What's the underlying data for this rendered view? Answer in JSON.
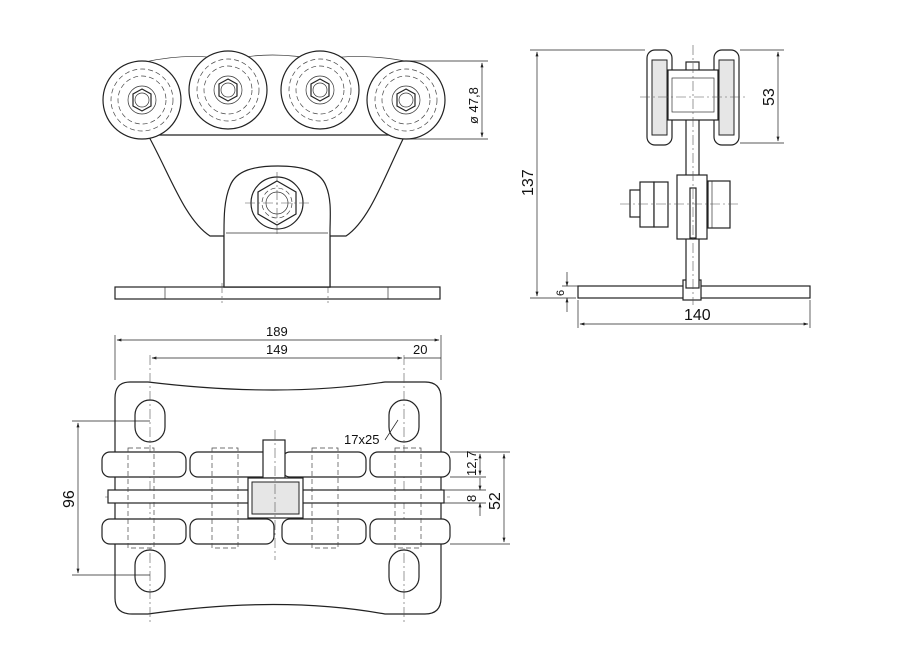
{
  "dimensions": {
    "roller_diameter": "ø 47,8",
    "height_total": "137",
    "roller_height": "53",
    "plate_thickness": "6",
    "plate_width_side": "140",
    "plate_length": "189",
    "hole_spacing": "149",
    "hole_edge": "20",
    "slot_size": "17x25",
    "hole_vertical": "96",
    "roller_width_total": "52",
    "roller_gap": "12,7",
    "web_thickness": "8"
  }
}
